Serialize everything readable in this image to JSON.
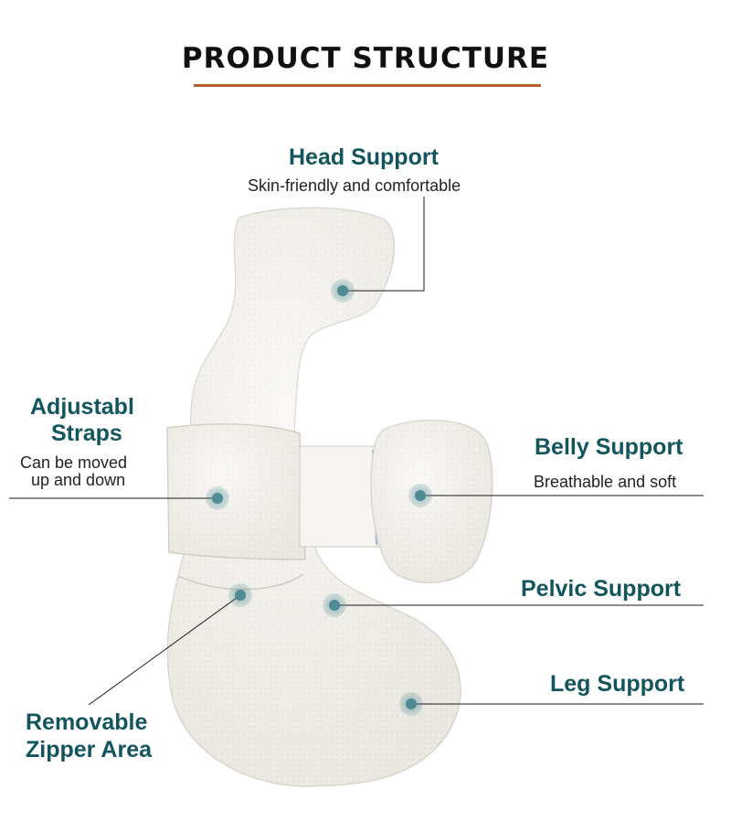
{
  "title": "PRODUCT STRUCTURE",
  "colors": {
    "heading": "#111111",
    "underline": "#b5602a",
    "label": "#12555e",
    "marker": "#4e8b93",
    "pillow": "#f3f1ec"
  },
  "callouts": {
    "head": {
      "title": "Head Support",
      "desc": "Skin-friendly and comfortable"
    },
    "straps": {
      "title_line1": "Adjustabl",
      "title_line2": "Straps",
      "desc_line1": "Can be moved",
      "desc_line2": "up and down"
    },
    "belly": {
      "title": "Belly Support",
      "desc": "Breathable and soft"
    },
    "pelvic": {
      "title": "Pelvic Support"
    },
    "leg": {
      "title": "Leg Support"
    },
    "zipper": {
      "title_line1": "Removable",
      "title_line2": "Zipper Area"
    }
  }
}
